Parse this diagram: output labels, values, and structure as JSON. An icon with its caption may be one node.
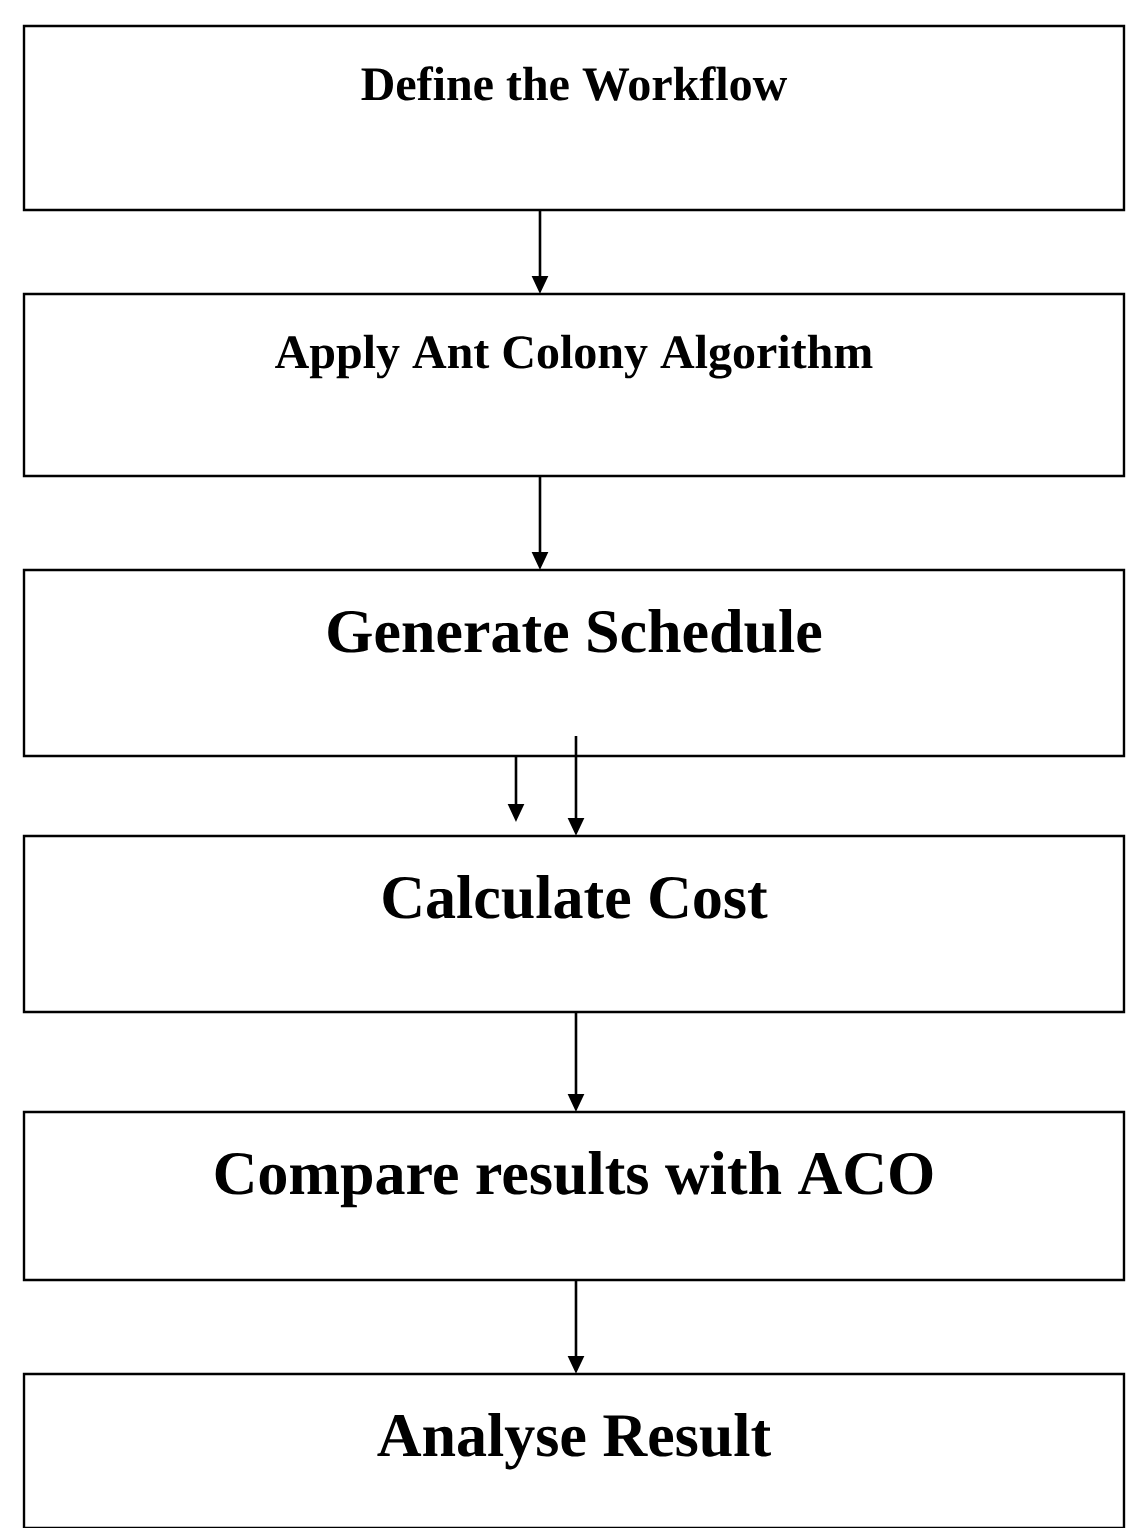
{
  "diagram": {
    "nodes": [
      {
        "text": [
          "Define the Workflow"
        ]
      },
      {
        "text": [
          "Apply Ant Colony Algorithm"
        ]
      },
      {
        "text": [
          "Generate Schedule"
        ]
      },
      {
        "text": [
          "Calculate Cost"
        ]
      },
      {
        "text": [
          "Compare results with ACO"
        ]
      },
      {
        "text": [
          "Analyse Result"
        ]
      }
    ],
    "edges": [
      {
        "from": 0,
        "to": 1,
        "arrow": "to"
      },
      {
        "from": 1,
        "to": 2,
        "arrow": "to"
      },
      {
        "from": 2,
        "to": 3,
        "arrow": "to"
      },
      {
        "from": 2,
        "to": 3,
        "arrow": "to"
      },
      {
        "from": 3,
        "to": 4,
        "arrow": "to"
      },
      {
        "from": 4,
        "to": 5,
        "arrow": "to"
      }
    ]
  }
}
